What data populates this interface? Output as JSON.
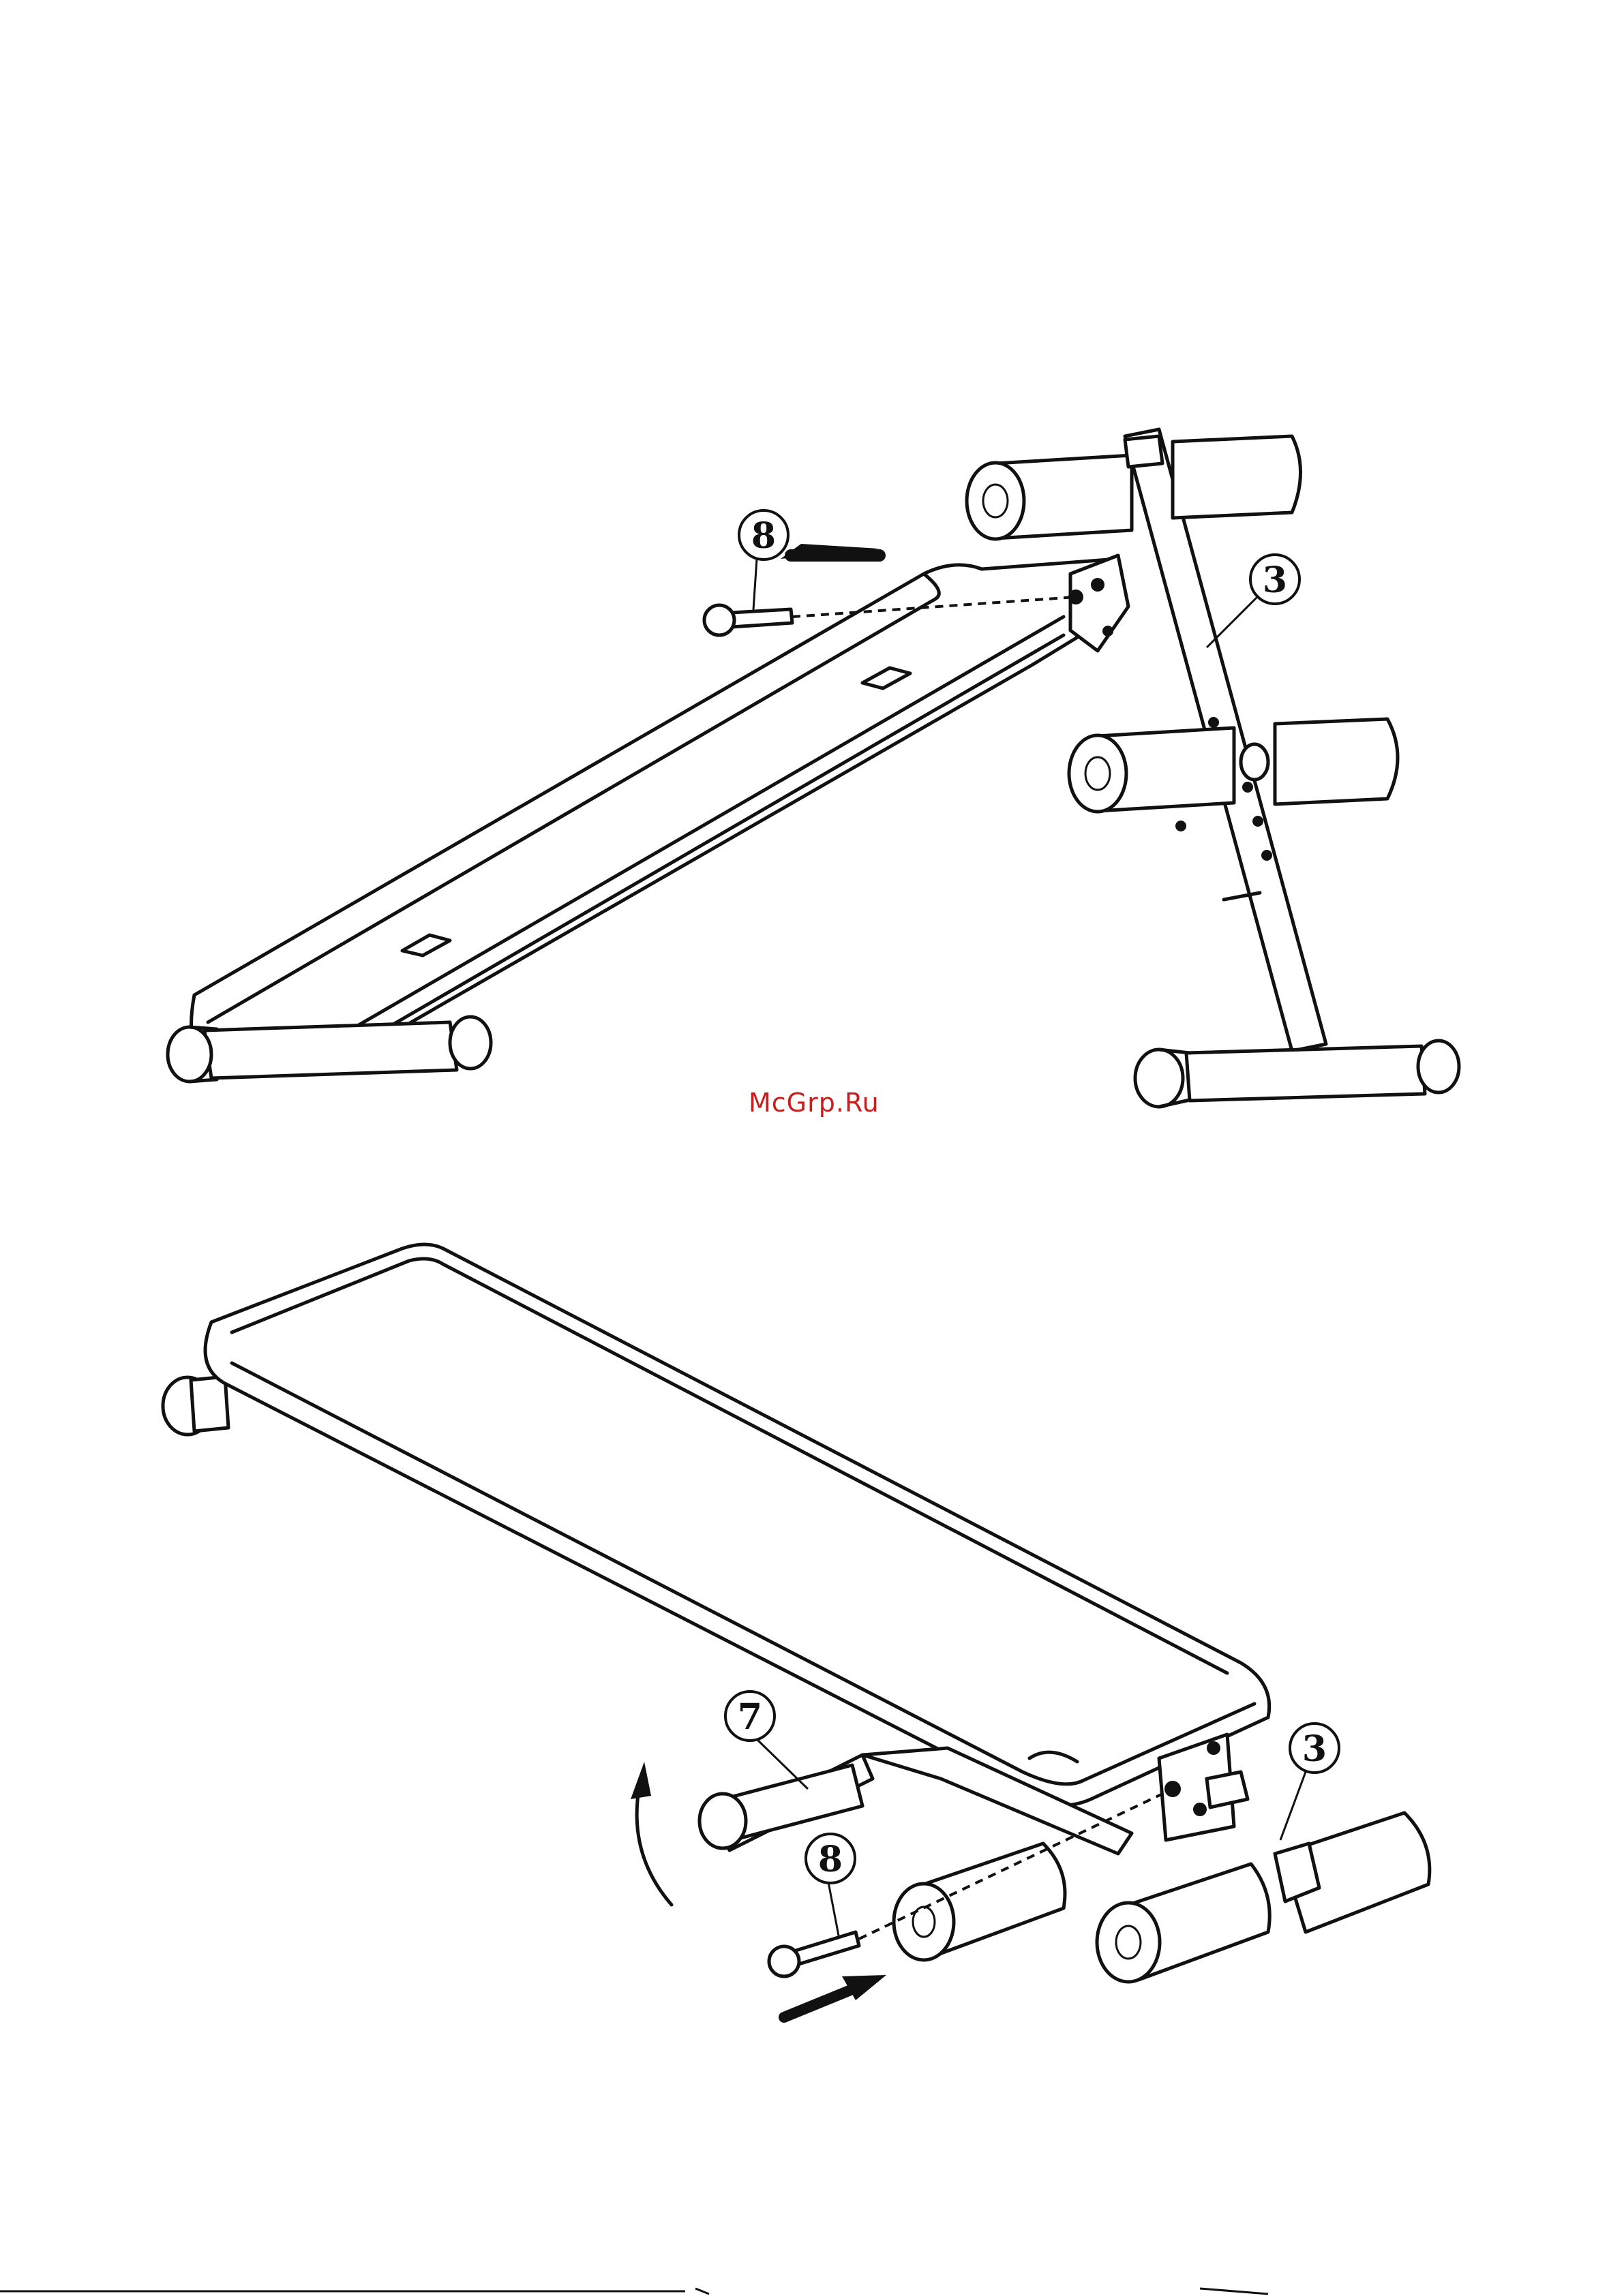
{
  "watermark": "McGrp.Ru",
  "callouts": {
    "top_pin": "8",
    "top_upright": "3",
    "bottom_frame": "7",
    "bottom_pin": "8",
    "bottom_upright": "3"
  },
  "colors": {
    "line": "#111111",
    "watermark": "#c81e1e",
    "background": "#ffffff"
  }
}
